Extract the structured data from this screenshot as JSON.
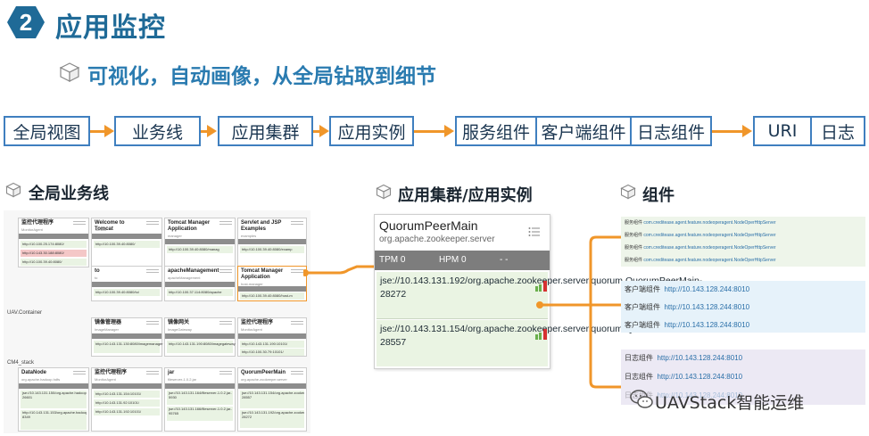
{
  "header": {
    "number": "2",
    "title": "应用监控",
    "subtitle": "可视化，自动画像，从全局钻取到细节"
  },
  "flow": {
    "global_view": "全局视图",
    "business_line": "业务线",
    "app_cluster": "应用集群",
    "app_instance": "应用实例",
    "service_component": "服务组件",
    "client_component": "客户端组件",
    "log_component": "日志组件",
    "uri": "URI",
    "log": "日志"
  },
  "sections": {
    "global_business_line": "全局业务线",
    "cluster_instance": "应用集群/应用实例",
    "components": "组件"
  },
  "dashboard": {
    "groups": [
      "UAV.Container",
      "CM4_stack"
    ],
    "cards": [
      {
        "title": "监控代理程序",
        "sub": "MonitorAgent",
        "rows": [
          "http://10.100.25.174:8080/",
          "http://10.143.30.188:8080/",
          "http://10.100.39.40:8080/"
        ]
      },
      {
        "title": "Welcome to Tomcat",
        "sub": "Tomcat",
        "rows": [
          "http://10.100.39.40:8080/"
        ]
      },
      {
        "title": "Tomcat Manager Application",
        "sub": "manager",
        "rows": [
          "http://10.100.39.40:8080/manag"
        ]
      },
      {
        "title": "Servlet and JSP Examples",
        "sub": "examples",
        "rows": [
          "http://10.100.39.40:8080/examp"
        ]
      },
      {
        "title": "to",
        "sub": "to",
        "rows": [
          "http://10.100.39.40:8080/to/"
        ]
      },
      {
        "title": "apacheManagement",
        "sub": "apacheManagement",
        "rows": [
          "http://10.100.37.114:8080/apache"
        ]
      },
      {
        "title": "Tomcat Manager Application",
        "sub": "host-manager",
        "rows": [
          "http://10.100.39.40:8080/host-m"
        ]
      },
      {
        "title": "镜像管理器",
        "sub": "ImageManager",
        "rows": [
          "http://10.143.131.130:8080/imagemanager"
        ]
      },
      {
        "title": "镜像网关",
        "sub": "ImageGateway",
        "rows": [
          "http://10.143.131.190:8080/imagegateway"
        ]
      },
      {
        "title": "监控代理程序",
        "sub": "MonitorAgent",
        "rows": [
          "http://10.143.131.190:10101/",
          "http://10.100.30.79:10101/"
        ]
      },
      {
        "title": "DataNode",
        "sub": "org.apache.hadoop.hdfs",
        "rows": [
          "jse://10.143.131.150/org.apache.hadoop.hdfs.server.datanode.DataNode-26601",
          "http://10.143.131.153/org.apache.hadoop.hdfs.server.datanode.DataNode-8349"
        ]
      },
      {
        "title": "监控代理程序",
        "sub": "MonitorAgent",
        "rows": [
          "http://10.143.131.154:10101/",
          "http://10.143.131.92:10101/",
          "http://10.143.131.192:10101/"
        ]
      },
      {
        "title": "jar",
        "sub": "fileserver-1.0.2.jar",
        "rows": [
          "jse://10.143.131.164/fileserver-1.0.2.jar-5930",
          "jse://10.143.131.166/fileserver-1.0.2.jar-95765"
        ]
      },
      {
        "title": "QuorumPeerMain",
        "sub": "org.apache.zookeeper.server",
        "rows": [
          "jse://10.143.131.154/org.apache.zookeeper.server.quorum.QuorumPeerMain-28557",
          "jse://10.143.131.192/org.apache.zookeeper.server.quorum.QuorumPeerMain-28272"
        ]
      }
    ]
  },
  "instance_panel": {
    "title": "QuorumPeerMain",
    "package": "org.apache.zookeeper.server",
    "tpm": "TPM 0",
    "hpm": "HPM 0",
    "dash": "- -",
    "instances": [
      "jse://10.143.131.192/org.apache.zookeeper.server.quorum.QuorumPeerMain-28272",
      "jse://10.143.131.154/org.apache.zookeeper.server.quorum.QuorumPeerMain-28557"
    ]
  },
  "components": {
    "service": [
      {
        "label": "服务组件",
        "url": "com.creditease.agent.feature.nodeoperagent.NodeOperHttpServer"
      },
      {
        "label": "服务组件",
        "url": "com.creditease.agent.feature.nodeoperagent.NodeOperHttpServer"
      },
      {
        "label": "服务组件",
        "url": "com.creditease.agent.feature.nodeoperagent.NodeOperHttpServer"
      },
      {
        "label": "服务组件",
        "url": "com.creditease.agent.feature.nodeoperagent.NodeOperHttpServer"
      }
    ],
    "client": [
      {
        "label": "客户端组件",
        "url": "http://10.143.128.244:8010"
      },
      {
        "label": "客户端组件",
        "url": "http://10.143.128.244:8010"
      },
      {
        "label": "客户端组件",
        "url": "http://10.143.128.244:8010"
      }
    ],
    "log": [
      {
        "label": "日志组件",
        "url": "http://10.143.128.244:8010"
      },
      {
        "label": "日志组件",
        "url": "http://10.143.128.244:8010"
      },
      {
        "label": "日志组件",
        "url": "http://10.143.128.244:8010"
      }
    ]
  },
  "watermark": "UAVStack智能运维",
  "colors": {
    "title_blue": "#1f6a97",
    "box_border": "#3f7fbf",
    "arrow_orange": "#f0962a"
  }
}
